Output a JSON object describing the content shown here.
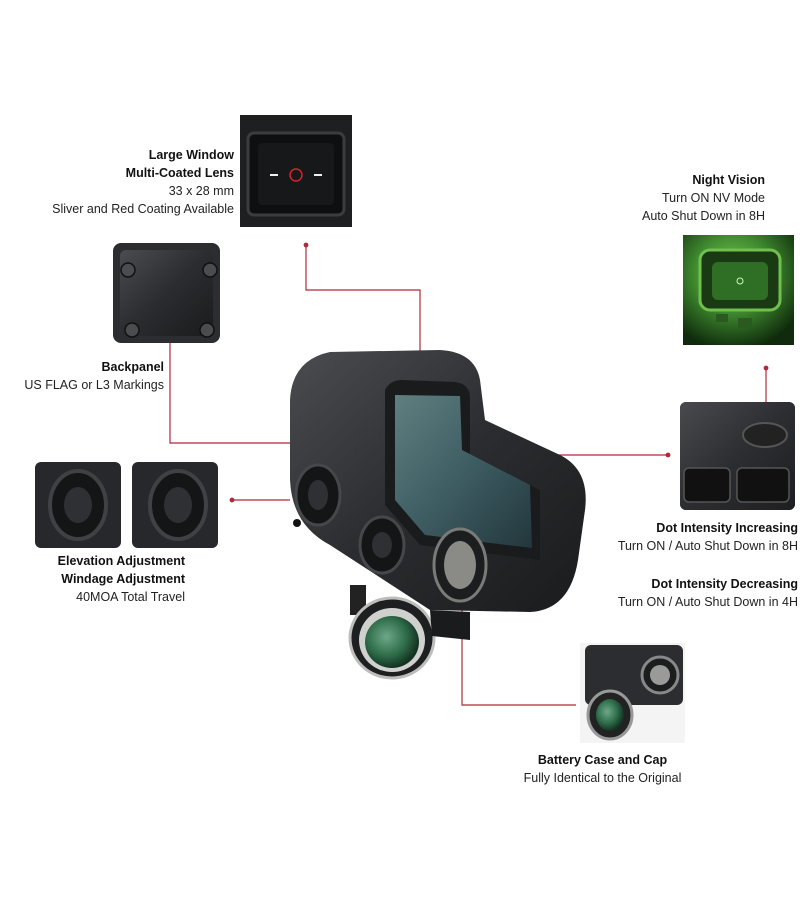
{
  "callouts": {
    "large_window": {
      "title_1": "Large Window",
      "title_2": "Multi-Coated Lens",
      "line_1": "33 x 28 mm",
      "line_2": "Sliver and Red Coating Available"
    },
    "backpanel": {
      "title": "Backpanel",
      "line_1": "US FLAG or L3 Markings"
    },
    "adjustment": {
      "title_1": "Elevation Adjustment",
      "title_2": "Windage Adjustment",
      "line_1": "40MOA Total Travel"
    },
    "night_vision": {
      "title": "Night Vision",
      "line_1": "Turn ON NV Mode",
      "line_2": "Auto Shut Down in 8H"
    },
    "dot_increase": {
      "title": "Dot Intensity Increasing",
      "line_1": "Turn ON / Auto Shut Down in 8H"
    },
    "dot_decrease": {
      "title": "Dot Intensity Decreasing",
      "line_1": "Turn ON / Auto Shut Down in 4H"
    },
    "battery": {
      "title": "Battery Case and Cap",
      "line_1": "Fully Identical to the Original"
    }
  },
  "colors": {
    "leader_line": "#b0283a",
    "device_body": "#2b2d30",
    "nv_green": "#3f8a2f",
    "lens_green": "#2f6e4a"
  }
}
